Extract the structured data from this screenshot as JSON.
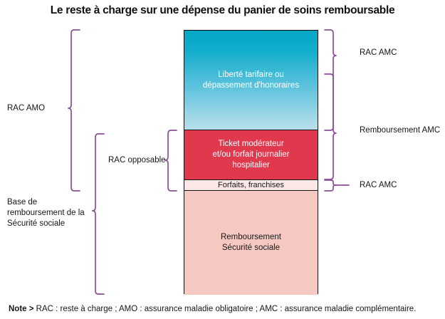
{
  "title": "Le reste à charge sur une dépense du panier de soins remboursable",
  "chart_data": {
    "type": "bar",
    "title": "Le reste à charge sur une dépense du panier de soins remboursable",
    "xlabel": "",
    "ylabel": "",
    "orientation": "vertical-stacked",
    "grid": false,
    "legend": "none",
    "categories": [
      "Dépense du panier de soins remboursable"
    ],
    "series": [
      {
        "name": "Liberté tarifaire ou dépassement d'honoraires",
        "values": [
          37.7
        ],
        "unit": "% de la dépense totale",
        "color": "#02a6c6"
      },
      {
        "name": "Ticket modérateur et/ou forfait journalier hospitalier",
        "values": [
          18.9
        ],
        "unit": "% de la dépense totale",
        "color": "#e0384d"
      },
      {
        "name": "Forfaits, franchises",
        "values": [
          4.0
        ],
        "unit": "% de la dépense totale",
        "color": "#fbe7e6"
      },
      {
        "name": "Remboursement Sécurité sociale",
        "values": [
          39.4
        ],
        "unit": "% de la dépense totale",
        "color": "#f5c9c2"
      }
    ],
    "annotations": [
      {
        "label": "RAC AMO",
        "side": "left",
        "covers": [
          "Liberté tarifaire ou dépassement d'honoraires",
          "Ticket modérateur et/ou forfait journalier hospitalier",
          "Forfaits, franchises"
        ]
      },
      {
        "label": "Base de remboursement de la Sécurité sociale",
        "side": "left",
        "covers": [
          "Ticket modérateur et/ou forfait journalier hospitalier",
          "Forfaits, franchises",
          "Remboursement Sécurité sociale"
        ]
      },
      {
        "label": "RAC opposable",
        "side": "left-inner",
        "covers": [
          "Ticket modérateur et/ou forfait journalier hospitalier",
          "Forfaits, franchises"
        ]
      },
      {
        "label": "RAC AMC",
        "side": "right",
        "covers": [
          "Liberté tarifaire (partie haute)"
        ]
      },
      {
        "label": "Remboursement AMC",
        "side": "right",
        "covers": [
          "Liberté tarifaire (partie basse)",
          "Ticket modérateur et/ou forfait journalier hospitalier"
        ]
      },
      {
        "label": "RAC AMC",
        "side": "right",
        "covers": [
          "Forfaits, franchises"
        ]
      }
    ]
  },
  "segments": {
    "blue": {
      "line1": "Liberté tarifaire ou",
      "line2": "dépassement d'honoraires"
    },
    "red": {
      "line1": "Ticket modérateur",
      "line2": "et/ou forfait journalier",
      "line3": "hospitalier"
    },
    "forfaits": {
      "label": "Forfaits, franchises"
    },
    "pink": {
      "line1": "Remboursement",
      "line2": "Sécurité sociale"
    }
  },
  "labels": {
    "rac_amo": "RAC AMO",
    "base_remboursement": "Base de remboursement de la Sécurité sociale",
    "rac_opposable": "RAC opposable",
    "rac_amc_top": "RAC AMC",
    "remboursement_amc": "Remboursement AMC",
    "rac_amc_bottom": "RAC AMC"
  },
  "note": {
    "prefix": "Note >",
    "text": "RAC : reste à charge ; AMO : assurance maladie obligatoire ; AMC : assurance maladie complémentaire."
  },
  "colors": {
    "bracket": "#8b4f98",
    "blue_top": "#02a6c6",
    "blue_bottom": "#b8dfec",
    "red": "#e0384d",
    "forfaits": "#fbe7e6",
    "pink": "#f5c9c2",
    "outline": "#111111"
  }
}
